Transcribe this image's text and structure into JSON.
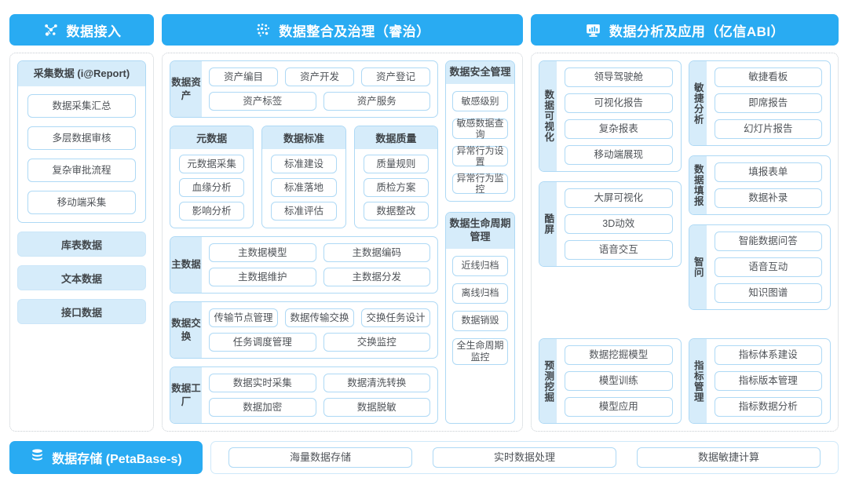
{
  "headers": [
    {
      "icon": "nodes-network-icon",
      "title": "数据接入"
    },
    {
      "icon": "dots-cluster-icon",
      "title": "数据整合及治理（睿治）"
    },
    {
      "icon": "monitor-chart-icon",
      "title": "数据分析及应用（亿信ABI）"
    }
  ],
  "left": {
    "card": {
      "title": "采集数据 (i@Report)",
      "items": [
        "数据采集汇总",
        "多层数据审核",
        "复杂审批流程",
        "移动端采集"
      ]
    },
    "tail_items": [
      "库表数据",
      "文本数据",
      "接口数据"
    ]
  },
  "middle": {
    "asset_group": {
      "label": "数据资产",
      "rows": [
        [
          "资产编目",
          "资产开发",
          "资产登记"
        ],
        [
          "资产标签",
          "资产服务"
        ]
      ]
    },
    "sub_panels": [
      {
        "title": "元数据",
        "items": [
          "元数据采集",
          "血缘分析",
          "影响分析"
        ]
      },
      {
        "title": "数据标准",
        "items": [
          "标准建设",
          "标准落地",
          "标准评估"
        ]
      },
      {
        "title": "数据质量",
        "items": [
          "质量规则",
          "质检方案",
          "数据整改"
        ]
      }
    ],
    "groups": [
      {
        "label": "主数据",
        "rows": [
          [
            "主数据模型",
            "主数据编码"
          ],
          [
            "主数据维护",
            "主数据分发"
          ]
        ]
      },
      {
        "label": "数据交换",
        "rows": [
          [
            "传输节点管理",
            "数据传输交换",
            "交换任务设计"
          ],
          [
            "任务调度管理",
            "交换监控"
          ]
        ]
      },
      {
        "label": "数据工厂",
        "rows": [
          [
            "数据实时采集",
            "数据清洗转换"
          ],
          [
            "数据加密",
            "数据脱敏"
          ]
        ]
      }
    ],
    "side_cards": [
      {
        "title": "数据安全管理",
        "items": [
          "敏感级别",
          "敏感数据查询",
          "异常行为设置",
          "异常行为监控"
        ]
      },
      {
        "title": "数据生命周期管理",
        "items": [
          "近线归档",
          "离线归档",
          "数据销毁",
          "全生命周期监控"
        ]
      }
    ]
  },
  "right": {
    "left_groups": [
      {
        "label": "数据可视化",
        "items": [
          "领导驾驶舱",
          "可视化报告",
          "复杂报表",
          "移动端展现"
        ]
      },
      {
        "label": "酷屏",
        "items": [
          "大屏可视化",
          "3D动效",
          "语音交互"
        ]
      },
      {
        "label": "预测挖掘",
        "items": [
          "数据挖掘模型",
          "模型训练",
          "模型应用"
        ]
      }
    ],
    "right_groups": [
      {
        "label": "敏捷分析",
        "items": [
          "敏捷看板",
          "即席报告",
          "幻灯片报告"
        ]
      },
      {
        "label": "数据填报",
        "items": [
          "填报表单",
          "数据补录"
        ]
      },
      {
        "label": "智问",
        "items": [
          "智能数据问答",
          "语音互动",
          "知识图谱"
        ]
      },
      {
        "label": "指标管理",
        "items": [
          "指标体系建设",
          "指标版本管理",
          "指标数据分析"
        ]
      }
    ]
  },
  "storage": {
    "icon": "database-stack-icon",
    "title": "数据存储 (PetaBase-s)",
    "items": [
      "海量数据存储",
      "实时数据处理",
      "数据敏捷计算"
    ]
  },
  "colors": {
    "brand_blue": "#29abf2",
    "chip_border": "#aed9f5",
    "label_fill": "#d6ecfa",
    "dotted_border": "#c6ccd2",
    "text": "#4a4a4a"
  }
}
